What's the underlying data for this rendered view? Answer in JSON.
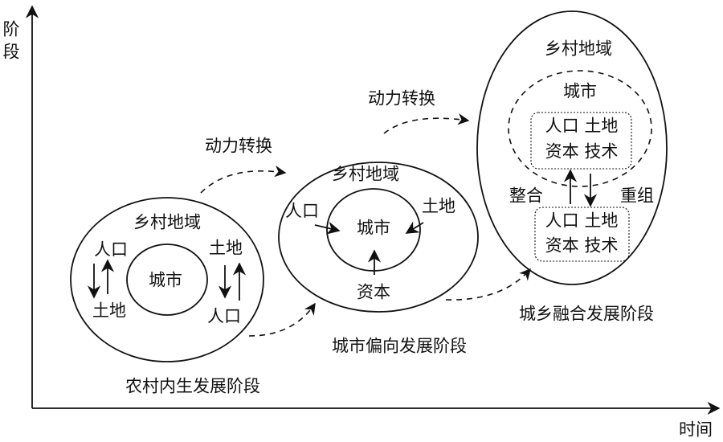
{
  "axes": {
    "y_label": [
      "阶",
      "段"
    ],
    "x_label": "时间"
  },
  "stage1": {
    "title": "农村内生发展阶段",
    "outer": "乡村地域",
    "inner": "城市",
    "left_top": "人口",
    "left_bottom": "土地",
    "right_top": "土地",
    "right_bottom": "人口"
  },
  "stage2": {
    "title": "城市偏向发展阶段",
    "outer": "乡村地域",
    "inner": "城市",
    "left": "人口",
    "right": "土地",
    "bottom": "资本"
  },
  "stage3": {
    "title": "城乡融合发展阶段",
    "outer": "乡村地域",
    "inner": "城市",
    "upper_box": [
      "人口 土地",
      "资本 技术"
    ],
    "lower_box": [
      "人口 土地",
      "资本 技术"
    ],
    "left_label": "整合",
    "right_label": "重组"
  },
  "transitions": [
    "动力转换",
    "动力转换"
  ]
}
